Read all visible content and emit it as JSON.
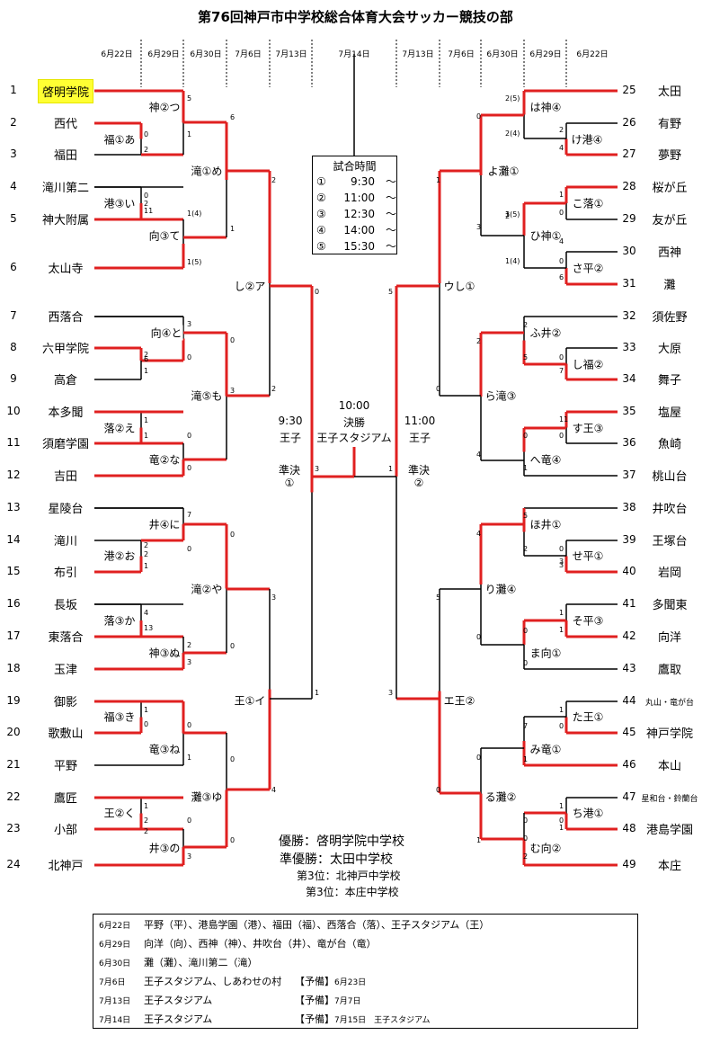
{
  "title": "第76回神戸市中学校総合体育大会サッカー競技の部",
  "dates": {
    "left": [
      "6月22日",
      "6月29日",
      "6月30日",
      "7月6日",
      "7月13日"
    ],
    "center": "7月14日",
    "right": [
      "7月13日",
      "7月6日",
      "6月30日",
      "6月29日",
      "6月22日"
    ]
  },
  "left_teams": [
    {
      "no": "1",
      "name": "啓明学院"
    },
    {
      "no": "2",
      "name": "西代"
    },
    {
      "no": "3",
      "name": "福田"
    },
    {
      "no": "4",
      "name": "滝川第二"
    },
    {
      "no": "5",
      "name": "神大附属"
    },
    {
      "no": "6",
      "name": "太山寺"
    },
    {
      "no": "7",
      "name": "西落合"
    },
    {
      "no": "8",
      "name": "六甲学院"
    },
    {
      "no": "9",
      "name": "高倉"
    },
    {
      "no": "10",
      "name": "本多聞"
    },
    {
      "no": "11",
      "name": "須磨学園"
    },
    {
      "no": "12",
      "name": "吉田"
    },
    {
      "no": "13",
      "name": "星陵台"
    },
    {
      "no": "14",
      "name": "滝川"
    },
    {
      "no": "15",
      "name": "布引"
    },
    {
      "no": "16",
      "name": "長坂"
    },
    {
      "no": "17",
      "name": "東落合"
    },
    {
      "no": "18",
      "name": "玉津"
    },
    {
      "no": "19",
      "name": "御影"
    },
    {
      "no": "20",
      "name": "歌敷山"
    },
    {
      "no": "21",
      "name": "平野"
    },
    {
      "no": "22",
      "name": "鷹匠"
    },
    {
      "no": "23",
      "name": "小部"
    },
    {
      "no": "24",
      "name": "北神戸"
    }
  ],
  "right_teams": [
    {
      "no": "25",
      "name": "太田"
    },
    {
      "no": "26",
      "name": "有野"
    },
    {
      "no": "27",
      "name": "夢野"
    },
    {
      "no": "28",
      "name": "桜が丘"
    },
    {
      "no": "29",
      "name": "友が丘"
    },
    {
      "no": "30",
      "name": "西神"
    },
    {
      "no": "31",
      "name": "灘"
    },
    {
      "no": "32",
      "name": "須佐野"
    },
    {
      "no": "33",
      "name": "大原"
    },
    {
      "no": "34",
      "name": "舞子"
    },
    {
      "no": "35",
      "name": "塩屋"
    },
    {
      "no": "36",
      "name": "魚崎"
    },
    {
      "no": "37",
      "name": "桃山台"
    },
    {
      "no": "38",
      "name": "井吹台"
    },
    {
      "no": "39",
      "name": "王塚台"
    },
    {
      "no": "40",
      "name": "岩岡"
    },
    {
      "no": "41",
      "name": "多聞東"
    },
    {
      "no": "42",
      "name": "向洋"
    },
    {
      "no": "43",
      "name": "鷹取"
    },
    {
      "no": "44",
      "name": "丸山・竜が台"
    },
    {
      "no": "45",
      "name": "神戸学院"
    },
    {
      "no": "46",
      "name": "本山"
    },
    {
      "no": "47",
      "name": "星和台・鈴蘭台"
    },
    {
      "no": "48",
      "name": "港島学園"
    },
    {
      "no": "49",
      "name": "本庄"
    }
  ],
  "match_labels": {
    "l_r1": [
      "福①あ",
      "港③い",
      "落②え",
      "港②お",
      "落③か",
      "福③き",
      "王②く"
    ],
    "l_r2": [
      "神②つ",
      "向③て",
      "向④と",
      "竜②な",
      "井④に",
      "神③ぬ",
      "竜③ね",
      "井③の"
    ],
    "l_r3": [
      "滝①め",
      "滝⑤も",
      "滝②や",
      "灘③ゆ"
    ],
    "l_r4": [
      "し②ア",
      "王①イ"
    ],
    "r_r1": [
      "け港④",
      "こ落①",
      "さ平②",
      "し福②",
      "す王③",
      "せ平①",
      "そ平③",
      "た王①",
      "ち港①"
    ],
    "r_r2": [
      "は神④",
      "ひ神①",
      "ふ井②",
      "へ竜④",
      "ほ井①",
      "ま向①",
      "み竜①",
      "む向②"
    ],
    "r_r3": [
      "よ灘①",
      "ら滝③",
      "り灘④",
      "る灘②"
    ],
    "r_r4": [
      "ウし①",
      "エ王②"
    ]
  },
  "schedule": {
    "header": "試合時間",
    "rows": [
      {
        "c": "①",
        "t": "9:30",
        "w": "〜"
      },
      {
        "c": "②",
        "t": "11:00",
        "w": "〜"
      },
      {
        "c": "③",
        "t": "12:30",
        "w": "〜"
      },
      {
        "c": "④",
        "t": "14:00",
        "w": "〜"
      },
      {
        "c": "⑤",
        "t": "15:30",
        "w": "〜"
      }
    ]
  },
  "final": {
    "time": "10:00",
    "label": "決勝",
    "venue": "王子スタジアム",
    "semi_left_time": "9:30",
    "semi_left_venue": "王子",
    "semi_left_label": "準決",
    "semi_left_no": "①",
    "semi_right_time": "11:00",
    "semi_right_venue": "王子",
    "semi_right_label": "準決",
    "semi_right_no": "②"
  },
  "results": {
    "champion": "優勝：啓明学院中学校",
    "runner_up": "準優勝：太田中学校",
    "third_1": "第3位：北神戸中学校",
    "third_2": "第3位：本庄中学校"
  },
  "venues": [
    {
      "date": "6月22日",
      "text": "平野（平）、港島学園（港）、福田（福）、西落合（落）、王子スタジアム（王）",
      "reserve_label": "",
      "reserve_text": ""
    },
    {
      "date": "6月29日",
      "text": "向洋（向）、西神（神）、井吹台（井）、竜が台（竜）",
      "reserve_label": "",
      "reserve_text": ""
    },
    {
      "date": "6月30日",
      "text": "灘（灘）、滝川第二（滝）",
      "reserve_label": "",
      "reserve_text": ""
    },
    {
      "date": "7月6日",
      "text": "王子スタジアム、しあわせの村",
      "reserve_label": "【予備】",
      "reserve_text": "6月23日"
    },
    {
      "date": "7月13日",
      "text": "王子スタジアム",
      "reserve_label": "【予備】",
      "reserve_text": "7月7日"
    },
    {
      "date": "7月14日",
      "text": "王子スタジアム",
      "reserve_label": "【予備】",
      "reserve_text": "7月15日　王子スタジアム"
    }
  ],
  "scores": {
    "left": [
      "5",
      "1",
      "0",
      "2",
      "0",
      "11",
      "1(4)",
      "1(5)",
      "6",
      "1",
      "3",
      "0",
      "6",
      "1",
      "0",
      "3",
      "1",
      "1",
      "0",
      "0",
      "7",
      "0",
      "2",
      "1",
      "0",
      "0",
      "4",
      "13",
      "2",
      "3",
      "1",
      "0",
      "0",
      "1",
      "1",
      "2",
      "0",
      "3",
      "0",
      "0",
      "2",
      "2",
      "3",
      "4",
      "0",
      "1",
      "3",
      "2",
      "2",
      "2",
      "2"
    ],
    "right": [
      "2(5)",
      "2(4)",
      "2",
      "4",
      "1",
      "0",
      "3",
      "2",
      "1(5)",
      "1(4)",
      "0",
      "6",
      "0",
      "3",
      "2",
      "5",
      "0",
      "7",
      "2",
      "4",
      "11",
      "0",
      "0",
      "1",
      "5",
      "2",
      "0",
      "3",
      "4",
      "0",
      "1",
      "1",
      "0",
      "0",
      "1",
      "0",
      "7",
      "1",
      "0",
      "1",
      "1",
      "0",
      "0",
      "2",
      "1",
      "0",
      "5",
      "0",
      "5",
      "3",
      "1",
      "4",
      "3",
      "1",
      "0"
    ]
  }
}
